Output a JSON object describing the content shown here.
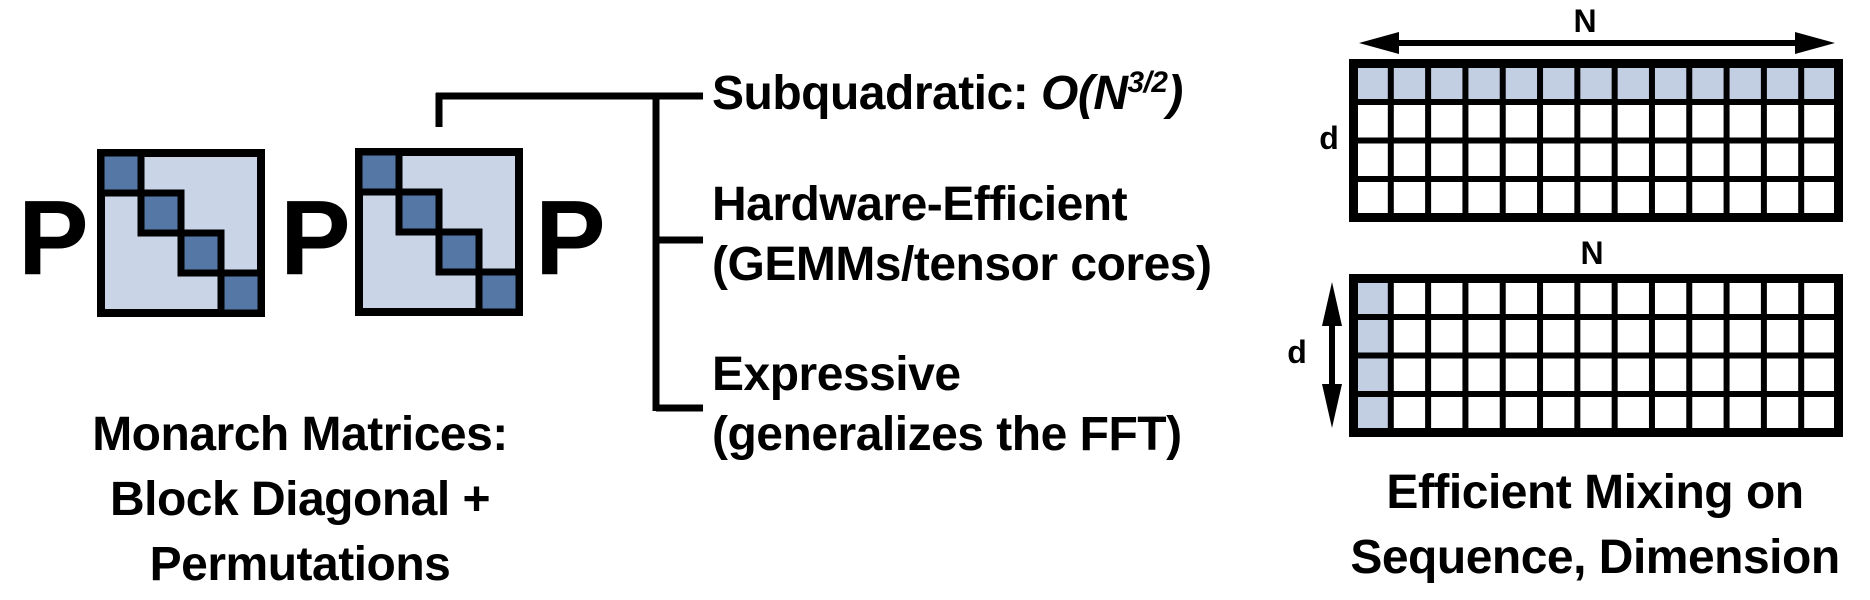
{
  "colors": {
    "dark_blue": "#5577a6",
    "matrix_light_blue": "#c9d5e6",
    "grid_highlight_blue": "#c2cfe2",
    "ink": "#000000",
    "cell_white": "#ffffff"
  },
  "monarch": {
    "p_labels": [
      "P",
      "P",
      "P"
    ],
    "matrix": {
      "diagonal_blocks": 4
    },
    "caption_lines": [
      "Monarch Matrices:",
      "Block Diagonal +",
      "Permutations"
    ]
  },
  "features": {
    "subquadratic": {
      "label": "Subquadratic: ",
      "formula_pre": "O(N",
      "formula_sup": "3/2",
      "formula_post": ")"
    },
    "hardware": {
      "line1": "Hardware-Efficient",
      "line2": "(GEMMs/tensor cores)"
    },
    "expressive": {
      "line1": "Expressive",
      "line2": "(generalizes the FFT)"
    }
  },
  "mixing": {
    "sequence_grid": {
      "axis_label": "N",
      "dim_label": "d",
      "cols": 13,
      "rows": 4,
      "highlight": "first-row"
    },
    "dimension_grid": {
      "axis_label": "N",
      "dim_label": "d",
      "cols": 13,
      "rows": 4,
      "highlight": "first-column"
    },
    "caption_lines": [
      "Efficient Mixing on",
      "Sequence, Dimension"
    ]
  }
}
